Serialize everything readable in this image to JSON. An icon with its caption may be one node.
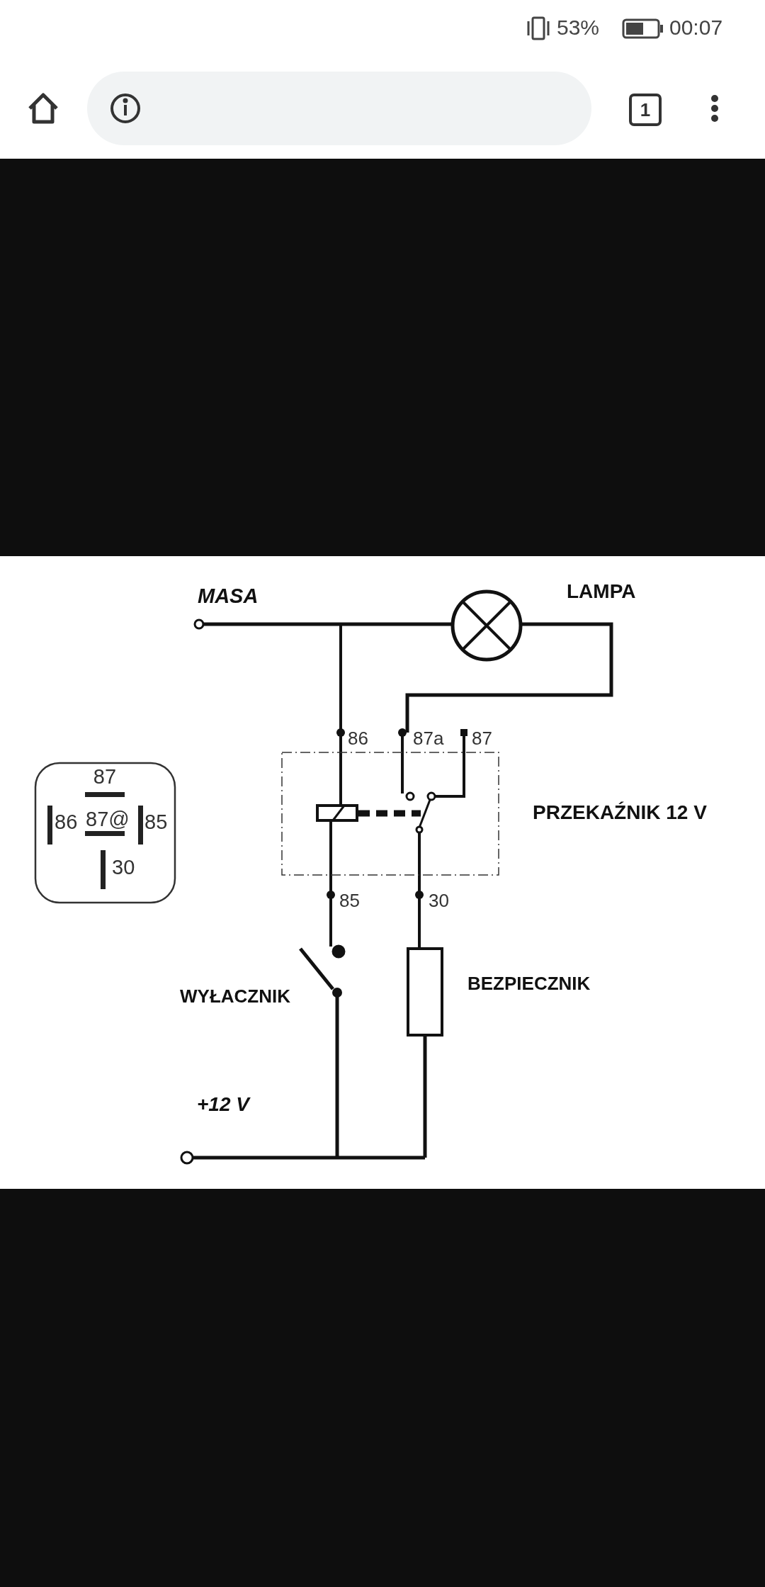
{
  "diagram": {
    "labels": [
      "53%",
      "00:07",
      "1",
      "MASA",
      "LAMPA",
      "86",
      "87a",
      "87",
      "PRZEKAŹNIK 12 V",
      "85",
      "30",
      "WYŁACZNIK",
      "BEZPIECZNIK",
      "+12 V",
      "87",
      "86",
      "87@",
      "85",
      "30"
    ]
  }
}
